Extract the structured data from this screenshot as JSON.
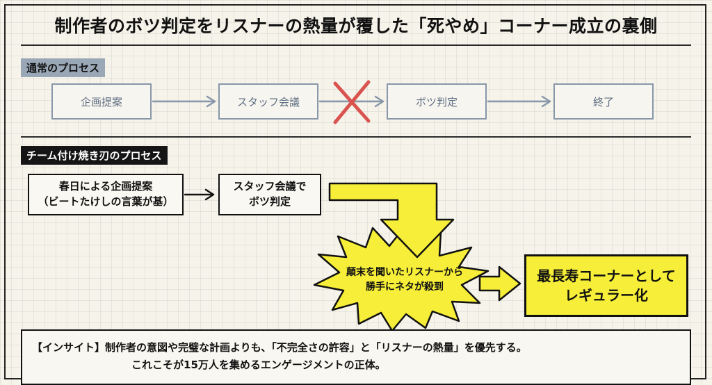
{
  "title": "制作者のボツ判定をリスナーの熱量が覆した「死やめ」コーナー成立の裏側",
  "normal_process": {
    "label": "通常のプロセス",
    "steps": [
      "企画提案",
      "スタッフ会議",
      "ボツ判定",
      "終了"
    ]
  },
  "team_process": {
    "label": "チーム付け焼き刃のプロセス",
    "step1": {
      "line1": "春日による企画提案",
      "line2": "（ビートたけしの言葉が基）"
    },
    "step2": {
      "line1": "スタッフ会議で",
      "line2": "ボツ判定"
    },
    "burst": {
      "line1": "顛末を聞いたリスナーから",
      "line2": "勝手にネタが殺到"
    },
    "result": {
      "line1": "最長寿コーナーとして",
      "line2": "レギュラー化"
    }
  },
  "insight": {
    "line1": "【インサイト】制作者の意図や完璧な計画よりも、「不完全さの許容」と「リスナーの熱量」を優先する。",
    "line2": "これこそが15万人を集めるエンゲージメントの正体。"
  },
  "colors": {
    "highlight_yellow": "#f6ee38",
    "muted_blue": "#8897aa",
    "cross_red": "#d9534f",
    "ink": "#111111"
  }
}
